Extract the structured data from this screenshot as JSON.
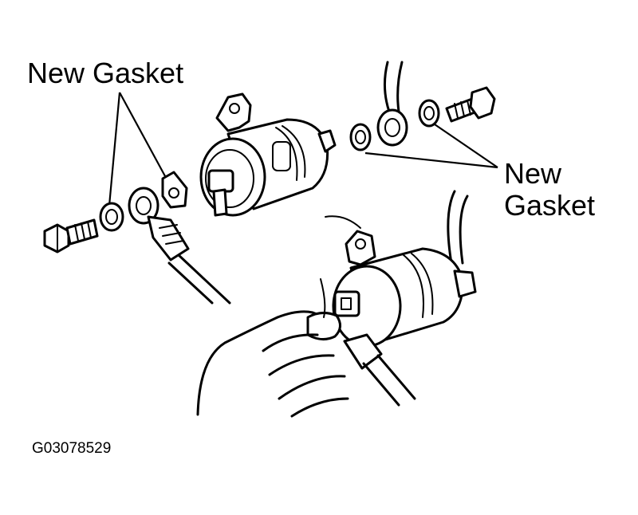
{
  "labels": {
    "gasket_left": "New Gasket",
    "gasket_right_line1": "New",
    "gasket_right_line2": "Gasket"
  },
  "figure_code": "G03078529",
  "colors": {
    "ink": "#000000",
    "background": "#ffffff"
  }
}
